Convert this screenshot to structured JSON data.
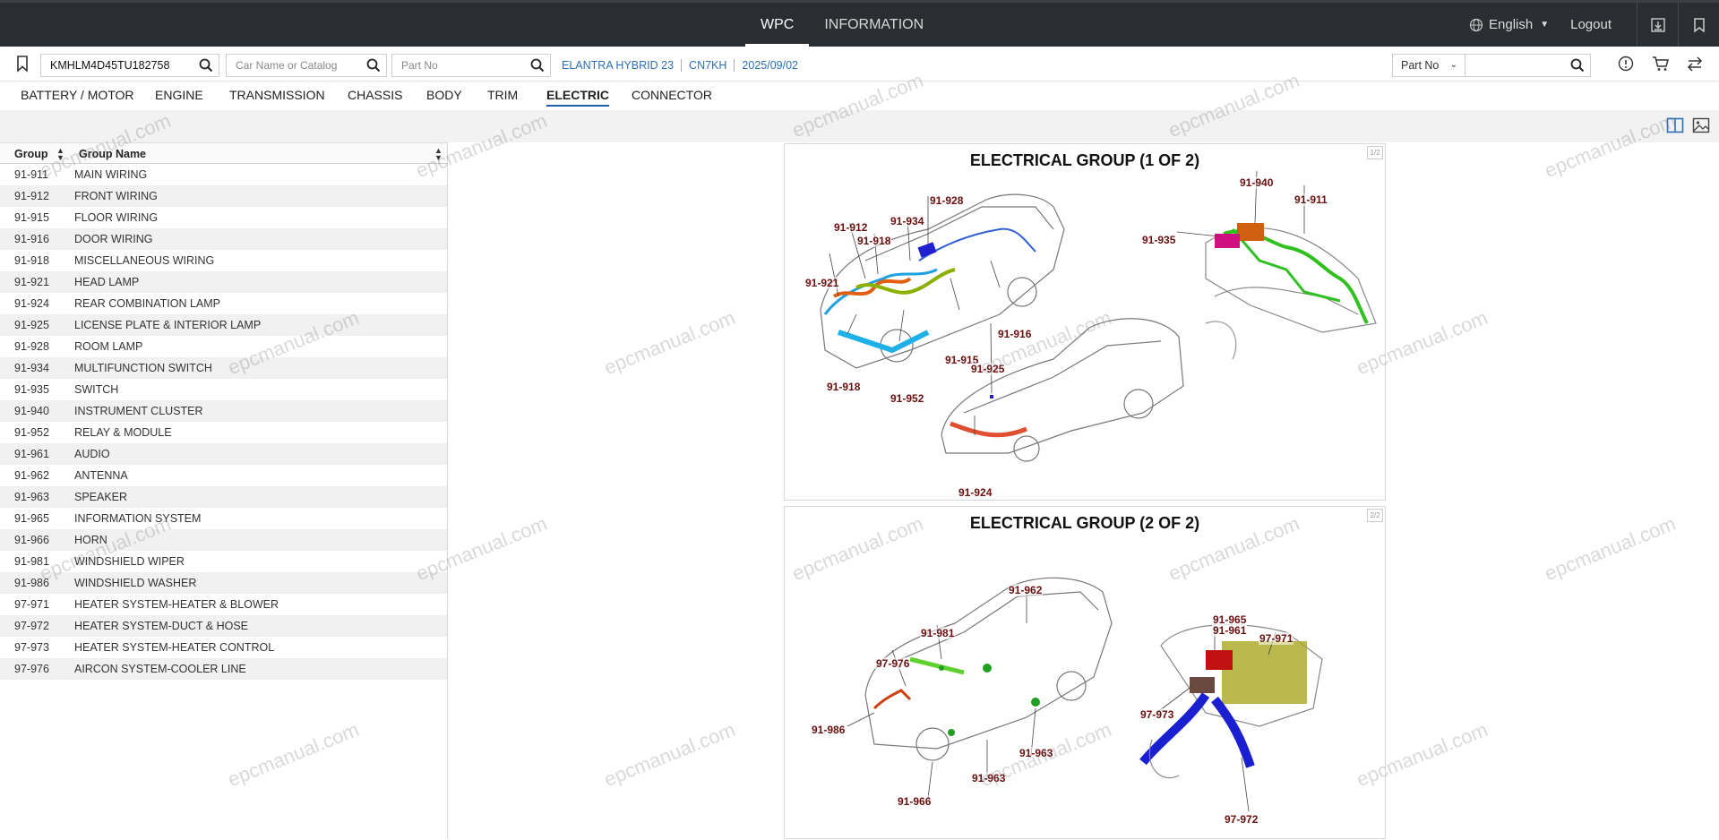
{
  "topnav": {
    "tabs": [
      {
        "label": "WPC"
      },
      {
        "label": "INFORMATION"
      }
    ]
  },
  "topright": {
    "language": "English",
    "logout": "Logout"
  },
  "search": {
    "vin_value": "KMHLM4D45TU182758",
    "car_placeholder": "Car Name or Catalog",
    "part_placeholder": "Part No",
    "part_type_selected": "Part No"
  },
  "vehicle": {
    "model": "ELANTRA HYBRID 23",
    "code": "CN7KH",
    "date": "2025/09/02"
  },
  "categories": [
    {
      "label": "BATTERY / MOTOR"
    },
    {
      "label": "ENGINE"
    },
    {
      "label": "TRANSMISSION"
    },
    {
      "label": "CHASSIS"
    },
    {
      "label": "BODY"
    },
    {
      "label": "TRIM"
    },
    {
      "label": "ELECTRIC"
    },
    {
      "label": "CONNECTOR"
    }
  ],
  "table": {
    "headers": {
      "group": "Group",
      "name": "Group Name"
    },
    "rows": [
      {
        "code": "91-911",
        "name": "MAIN WIRING"
      },
      {
        "code": "91-912",
        "name": "FRONT WIRING"
      },
      {
        "code": "91-915",
        "name": "FLOOR WIRING"
      },
      {
        "code": "91-916",
        "name": "DOOR WIRING"
      },
      {
        "code": "91-918",
        "name": "MISCELLANEOUS WIRING"
      },
      {
        "code": "91-921",
        "name": "HEAD LAMP"
      },
      {
        "code": "91-924",
        "name": "REAR COMBINATION LAMP"
      },
      {
        "code": "91-925",
        "name": "LICENSE PLATE & INTERIOR LAMP"
      },
      {
        "code": "91-928",
        "name": "ROOM LAMP"
      },
      {
        "code": "91-934",
        "name": "MULTIFUNCTION SWITCH"
      },
      {
        "code": "91-935",
        "name": "SWITCH"
      },
      {
        "code": "91-940",
        "name": "INSTRUMENT CLUSTER"
      },
      {
        "code": "91-952",
        "name": "RELAY & MODULE"
      },
      {
        "code": "91-961",
        "name": "AUDIO"
      },
      {
        "code": "91-962",
        "name": "ANTENNA"
      },
      {
        "code": "91-963",
        "name": "SPEAKER"
      },
      {
        "code": "91-965",
        "name": "INFORMATION SYSTEM"
      },
      {
        "code": "91-966",
        "name": "HORN"
      },
      {
        "code": "91-981",
        "name": "WINDSHIELD WIPER"
      },
      {
        "code": "91-986",
        "name": "WINDSHIELD WASHER"
      },
      {
        "code": "97-971",
        "name": "HEATER SYSTEM-HEATER & BLOWER"
      },
      {
        "code": "97-972",
        "name": "HEATER SYSTEM-DUCT & HOSE"
      },
      {
        "code": "97-973",
        "name": "HEATER SYSTEM-HEATER CONTROL"
      },
      {
        "code": "97-976",
        "name": "AIRCON SYSTEM-COOLER LINE"
      }
    ]
  },
  "illustrations": [
    {
      "title": "ELECTRICAL GROUP (1 OF 2)",
      "page": "1/2",
      "labels": [
        "91-928",
        "91-912",
        "91-934",
        "91-918",
        "91-921",
        "91-918",
        "91-952",
        "91-915",
        "91-916",
        "91-925",
        "91-924",
        "91-940",
        "91-911",
        "91-935"
      ]
    },
    {
      "title": "ELECTRICAL GROUP (2 OF 2)",
      "page": "2/2",
      "labels": [
        "91-962",
        "91-981",
        "97-976",
        "91-986",
        "91-966",
        "91-963",
        "91-963",
        "91-965",
        "91-961",
        "97-971",
        "97-973",
        "97-972"
      ]
    }
  ],
  "watermark": "epcmanual.com",
  "colors": {
    "topbar": "#2a2d31",
    "link": "#2c6fb8",
    "active_underline": "#1f5da8",
    "callout": "#6b0f0f"
  },
  "icons": [
    "globe-icon",
    "download-icon",
    "bookmark-icon",
    "search-icon",
    "info-icon",
    "cart-icon",
    "swap-icon",
    "split-view-icon",
    "image-view-icon"
  ]
}
